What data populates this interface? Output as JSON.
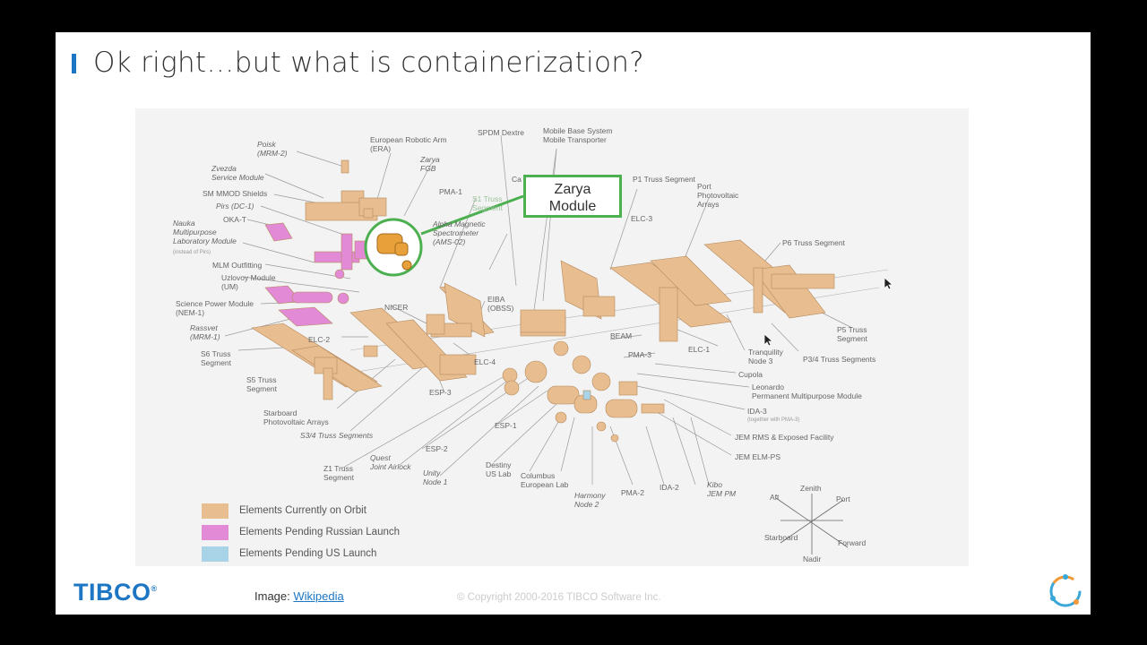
{
  "slide": {
    "title": "Ok right…but what is containerization?",
    "credit_prefix": "Image:",
    "credit_link": "Wikipedia",
    "copyright": "© Copyright 2000-2016 TIBCO Software Inc.",
    "logo": "TIBCO",
    "logo_mark": "®"
  },
  "callout": {
    "line1": "Zarya",
    "line2": "Module"
  },
  "legend": [
    {
      "label": "Elements Currently on Orbit",
      "color": "#e8bd8f"
    },
    {
      "label": "Elements Pending Russian Launch",
      "color": "#e38ad6"
    },
    {
      "label": "Elements Pending US Launch",
      "color": "#a9d3e6"
    }
  ],
  "labels": {
    "poisk": "Poisk\n(MRM-2)",
    "era": "European Robotic Arm\n(ERA)",
    "spdm": "SPDM Dextre",
    "mbs": "Mobile Base System\nMobile Transporter",
    "zarya_fgb": "Zarya\nFGB",
    "zvezda": "Zvezda\nService Module",
    "sm_mmod": "SM MMOD Shields",
    "pirs": "Pirs (DC-1)",
    "oka": "OKA-T",
    "nauka": "Nauka\nMultipurpose\nLaboratory Module",
    "nauka_note": "(instead of Pirs)",
    "pma1": "PMA-1",
    "s1": "S1 Truss\nSegment",
    "ca": "Ca",
    "p1": "P1 Truss Segment",
    "port_pv": "Port\nPhotovoltaic\nArrays",
    "elc3": "ELC-3",
    "p6": "P6 Truss Segment",
    "ams": "Alpha Magnetic\nSpectrometer\n(AMS-02)",
    "mlm_out": "MLM Outfitting",
    "uzlovoy": "Uzlovoy Module\n(UM)",
    "spm": "Science Power Module\n(NEM-1)",
    "nicer": "NICER",
    "eiba": "EIBA\n(OBSS)",
    "rassvet": "Rassvet\n(MRM-1)",
    "elc2": "ELC-2",
    "s6": "S6 Truss\nSegment",
    "s5": "S5 Truss\nSegment",
    "elc4": "ELC-4",
    "beam": "BEAM",
    "pma3": "PMA-3",
    "elc1": "ELC-1",
    "tranquility": "Tranquility\nNode 3",
    "p34": "P3/4 Truss Segments",
    "p5": "P5 Truss\nSegment",
    "cupola": "Cupola",
    "leonardo": "Leonardo\nPermanent Multipurpose Module",
    "ida3": "IDA-3",
    "ida3_note": "(together with PMA-3)",
    "esp3": "ESP-3",
    "starboard_pv": "Starboard\nPhotovoltaic Arrays",
    "s34": "S3/4 Truss Segments",
    "jem_rms": "JEM RMS & Exposed Facility",
    "jem_elm": "JEM ELM-PS",
    "esp1": "ESP-1",
    "esp2": "ESP-2",
    "quest": "Quest\nJoint Airlock",
    "z1": "Z1 Truss\nSegment",
    "unity": "Unity\nNode 1",
    "destiny": "Destiny\nUS Lab",
    "columbus": "Columbus\nEuropean Lab",
    "harmony": "Harmony\nNode 2",
    "pma2": "PMA-2",
    "ida2": "IDA-2",
    "kibo": "Kibo\nJEM PM",
    "zenith": "Zenith",
    "aft": "Aft",
    "port": "Port",
    "starboard": "Starboard",
    "forward": "Forward",
    "nadir": "Nadir"
  }
}
